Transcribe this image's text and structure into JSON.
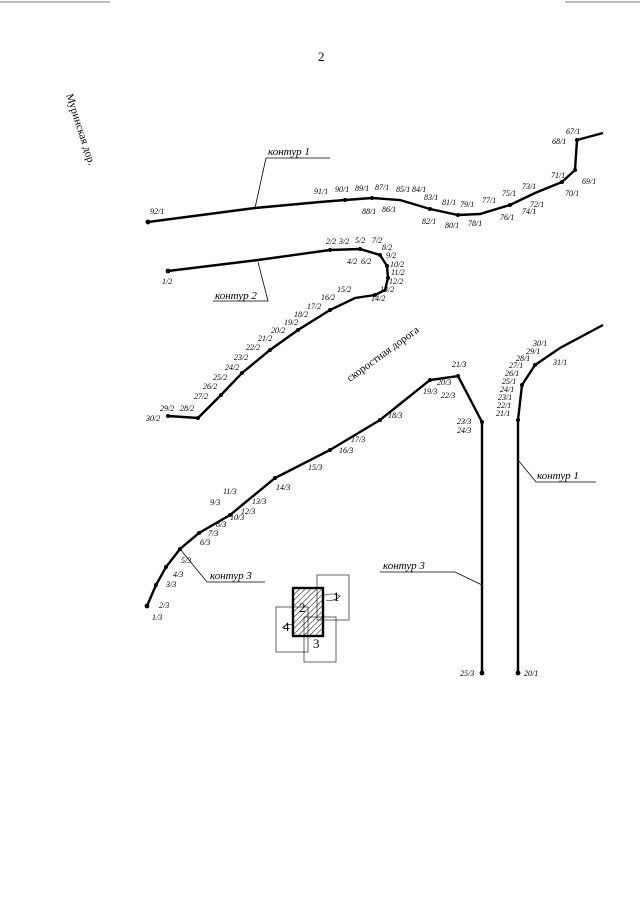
{
  "page_number": "2",
  "street_labels": {
    "murinskaya": "Муринская дор.",
    "skorostnaya": "скоростная дорога"
  },
  "contour_labels": {
    "c1_top": "контур 1",
    "c2": "контур 2",
    "c3_left": "контур 3",
    "c3_right": "контур 3",
    "c1_right": "контур 1"
  },
  "inset_labels": [
    "1",
    "2",
    "3",
    "4"
  ],
  "contour1_top_points": [
    "92/1",
    "91/1",
    "90/1",
    "89/1",
    "87/1",
    "88/1",
    "86/1",
    "85/1",
    "84/1",
    "83/1",
    "82/1",
    "81/1",
    "80/1",
    "79/1",
    "78/1",
    "77/1",
    "76/1",
    "75/1",
    "74/1",
    "73/1",
    "72/1",
    "71/1",
    "70/1",
    "69/1",
    "68/1",
    "67/1"
  ],
  "contour1_right_points": [
    "30/1",
    "31/1",
    "29/1",
    "28/1",
    "27/1",
    "26/1",
    "25/1",
    "24/1",
    "23/1",
    "22/1",
    "21/1",
    "20/1"
  ],
  "contour2_points": [
    "1/2",
    "2/2",
    "3/2",
    "4/2",
    "5/2",
    "6/2",
    "7/2",
    "8/2",
    "9/2",
    "10/2",
    "11/2",
    "12/2",
    "13/2",
    "14/2",
    "15/2",
    "16/2",
    "17/2",
    "18/2",
    "19/2",
    "20/2",
    "21/2",
    "22/2",
    "23/2",
    "24/2",
    "25/2",
    "26/2",
    "27/2",
    "28/2",
    "29/2",
    "30/2"
  ],
  "contour3_points": [
    "1/3",
    "2/3",
    "3/3",
    "4/3",
    "5/3",
    "6/3",
    "7/3",
    "8/3",
    "9/3",
    "10/3",
    "11/3",
    "12/3",
    "13/3",
    "14/3",
    "15/3",
    "16/3",
    "17/3",
    "18/3",
    "19/3",
    "20/3",
    "21/3",
    "22/3",
    "23/3",
    "24/3",
    "25/3"
  ]
}
